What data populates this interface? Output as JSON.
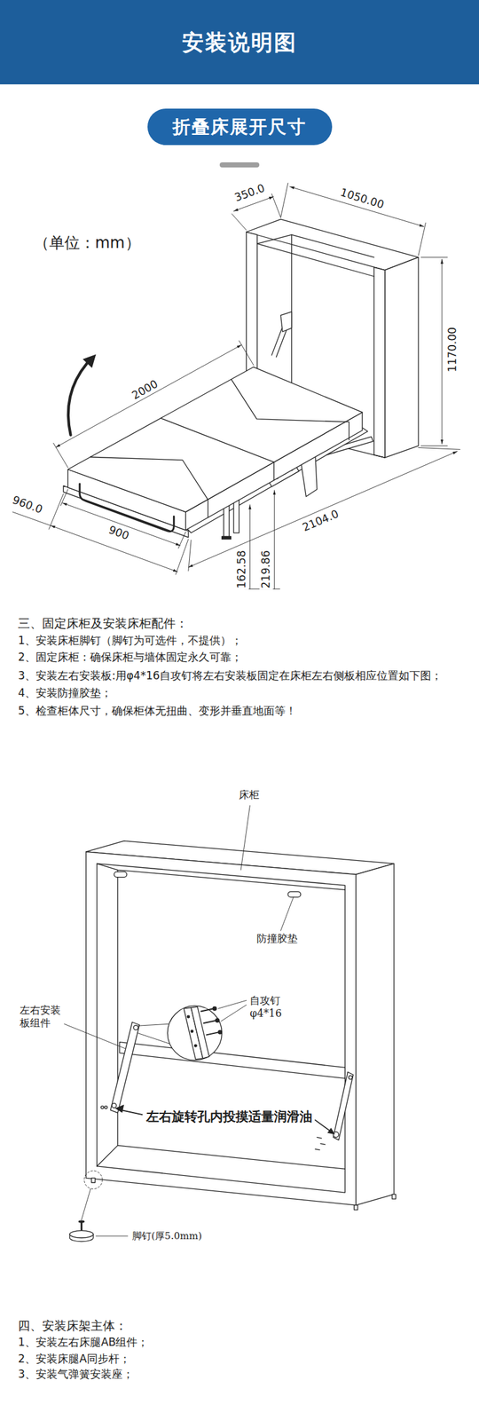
{
  "diagram": {
    "title": "安装说明图",
    "nodes": [
      {
        "text": [
          "折叠床展开尺寸"
        ]
      }
    ],
    "labels": [
      "（单位：mm）",
      "350.0",
      "1050.00",
      "1170.00",
      "2000",
      "960.0",
      "900",
      "2104.0",
      "162.58",
      "219.86",
      "三、固定床柜及安装床柜配件：",
      "1、安装床柜脚钉（脚钉为可选件，不提供）；",
      "2、固定床柜：确保床柜与墙体固定永久可靠；",
      "3、安装左右安装板:用φ4*16自攻钉将左右安装板固定在床柜左右侧板相应位置如下图；",
      "4、安装防撞胶垫；",
      "5、检查柜体尺寸，确保柜体无扭曲、变形并垂直地面等！",
      "床柜",
      "防撞胶垫",
      "自攻钉 φ4*16",
      "左右安装板组件",
      "左右旋转孔内投摸适量润滑油",
      "脚钉(厚5.0mm)",
      "四、安装床架主体：",
      "1、安装左右床腿AB组件；",
      "2、安装床腿A同步杆；",
      "3、安装气弹簧安装座；"
    ]
  }
}
